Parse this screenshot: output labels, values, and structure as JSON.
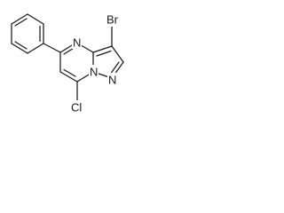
{
  "structure": {
    "atoms": {
      "br": "Br",
      "cl": "Cl",
      "n_ring_top": "N",
      "n_bridge": "N",
      "n_pyrazole": "N"
    },
    "colors": {
      "bond": "#1a1a1a",
      "label": "#1a1a1a",
      "background": "#ffffff"
    }
  }
}
